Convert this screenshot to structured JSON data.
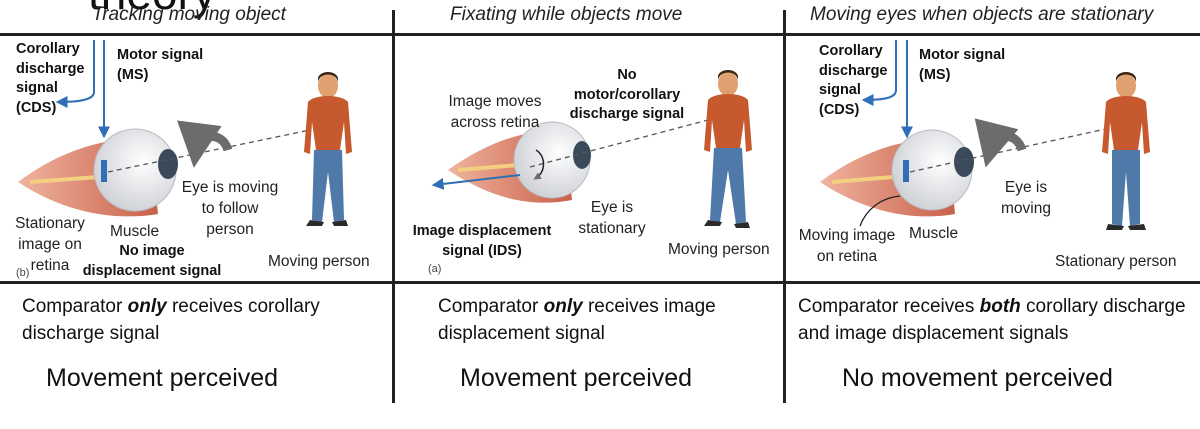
{
  "page": {
    "top_title": "theory"
  },
  "panels": [
    {
      "title": "Tracking moving object",
      "labels": {
        "cds": "Corollary\ndischarge\nsignal\n(CDS)",
        "ms": "Motor signal\n(MS)",
        "eye_moving": "Eye is moving\nto follow\nperson",
        "stationary_image": "Stationary\nimage on\nretina",
        "muscle": "Muscle",
        "no_ids": "No image\ndisplacement signal",
        "person": "Moving person",
        "fig_tag": "(b)"
      },
      "comparator": {
        "before": "Comparator ",
        "emph": "only",
        "after": " receives corollary discharge signal"
      },
      "verdict": "Movement perceived"
    },
    {
      "title": "Fixating while objects move",
      "labels": {
        "no_ms": "No\nmotor/corollary\ndischarge signal",
        "image_moves": "Image moves\nacross retina",
        "eye_stationary": "Eye is\nstationary",
        "ids": "Image displacement\nsignal (IDS)",
        "person": "Moving person",
        "fig_tag": "(a)"
      },
      "comparator": {
        "before": "Comparator ",
        "emph": "only",
        "after": " receives image displacement signal"
      },
      "verdict": "Movement perceived"
    },
    {
      "title": "Moving eyes when objects are stationary",
      "labels": {
        "cds": "Corollary\ndischarge\nsignal\n(CDS)",
        "ms": "Motor signal\n(MS)",
        "eye_moving": "Eye is\nmoving",
        "moving_image": "Moving image\non retina",
        "muscle": "Muscle",
        "person": "Stationary person"
      },
      "comparator": {
        "before": "Comparator receives ",
        "emph": "both",
        "after": " corollary discharge and image displacement signals"
      },
      "verdict": "No movement perceived"
    }
  ],
  "colors": {
    "signal_arrow": "#2f6fb5",
    "muscle": "#d9826a",
    "eyeball": "#eef0f2",
    "iris": "#3a4a5a",
    "shirt": "#c65a2e",
    "jeans": "#4f79a8",
    "skin": "#e0a070",
    "hair": "#3a2412",
    "rotation_arrow": "#6c6c6c",
    "divider": "#222222"
  }
}
